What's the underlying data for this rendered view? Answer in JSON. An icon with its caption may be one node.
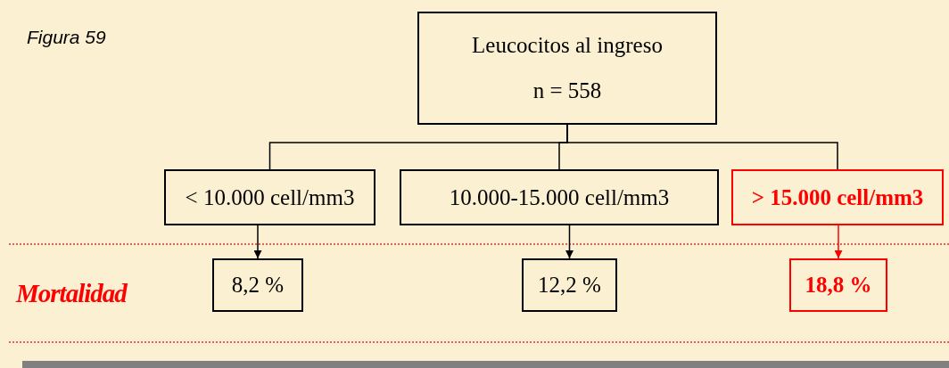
{
  "diagram": {
    "nodes": [
      {
        "text": [
          "Leucocitos al ingreso",
          "n = 558"
        ]
      },
      {
        "text": [
          "< 10.000 cell/mm3"
        ]
      },
      {
        "text": [
          "10.000-15.000 cell/mm3"
        ]
      },
      {
        "text": [
          "> 15.000 cell/mm3"
        ]
      },
      {
        "text": [
          "8,2 %"
        ]
      },
      {
        "text": [
          "12,2 %"
        ]
      },
      {
        "text": [
          "18,8 %"
        ]
      }
    ],
    "edges": [
      {
        "from": 0,
        "to": 1,
        "arrow": "none"
      },
      {
        "from": 0,
        "to": 2,
        "arrow": "none"
      },
      {
        "from": 0,
        "to": 3,
        "arrow": "none"
      },
      {
        "from": 1,
        "to": 4,
        "arrow": "to"
      },
      {
        "from": 2,
        "to": 5,
        "arrow": "to"
      },
      {
        "from": 3,
        "to": 6,
        "arrow": "to",
        "color": "#ff0000"
      }
    ],
    "labels": [
      "Figura 59",
      "Mortalidad"
    ]
  }
}
